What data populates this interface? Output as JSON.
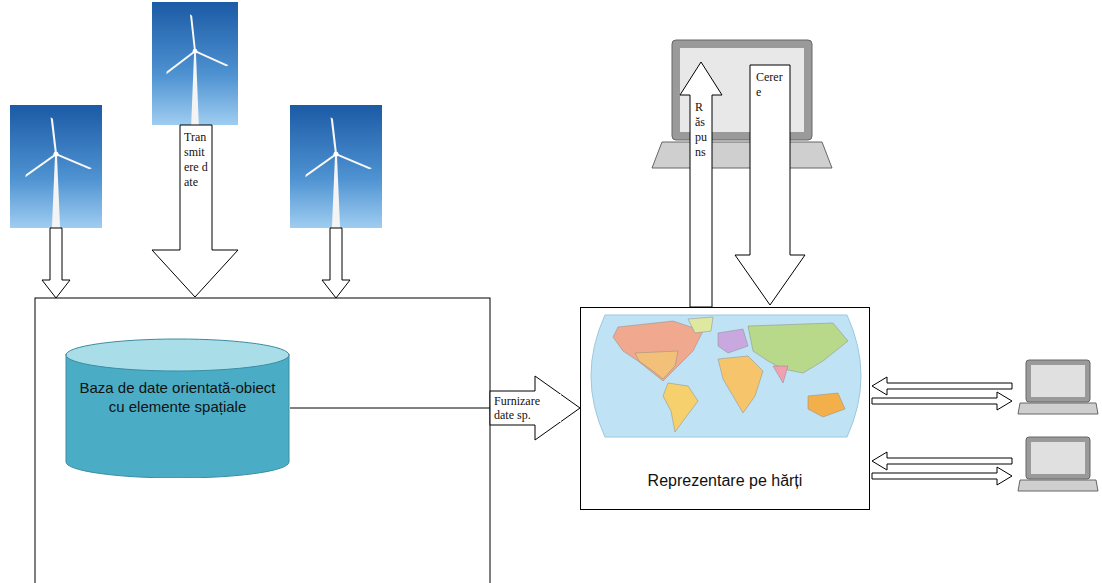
{
  "diagram": {
    "nodes": [
      {
        "text": [
          "Baza de date orientată-obiect cu elemente spațiale"
        ]
      },
      {
        "text": [
          "Reprezentare pe hărți"
        ]
      }
    ],
    "edges": [
      {
        "from": 0,
        "to": 1,
        "arrow": "to",
        "label": "Furnizare date sp."
      }
    ],
    "labels": [
      "Transmitere date",
      "Răspuns",
      "Cerere"
    ]
  }
}
